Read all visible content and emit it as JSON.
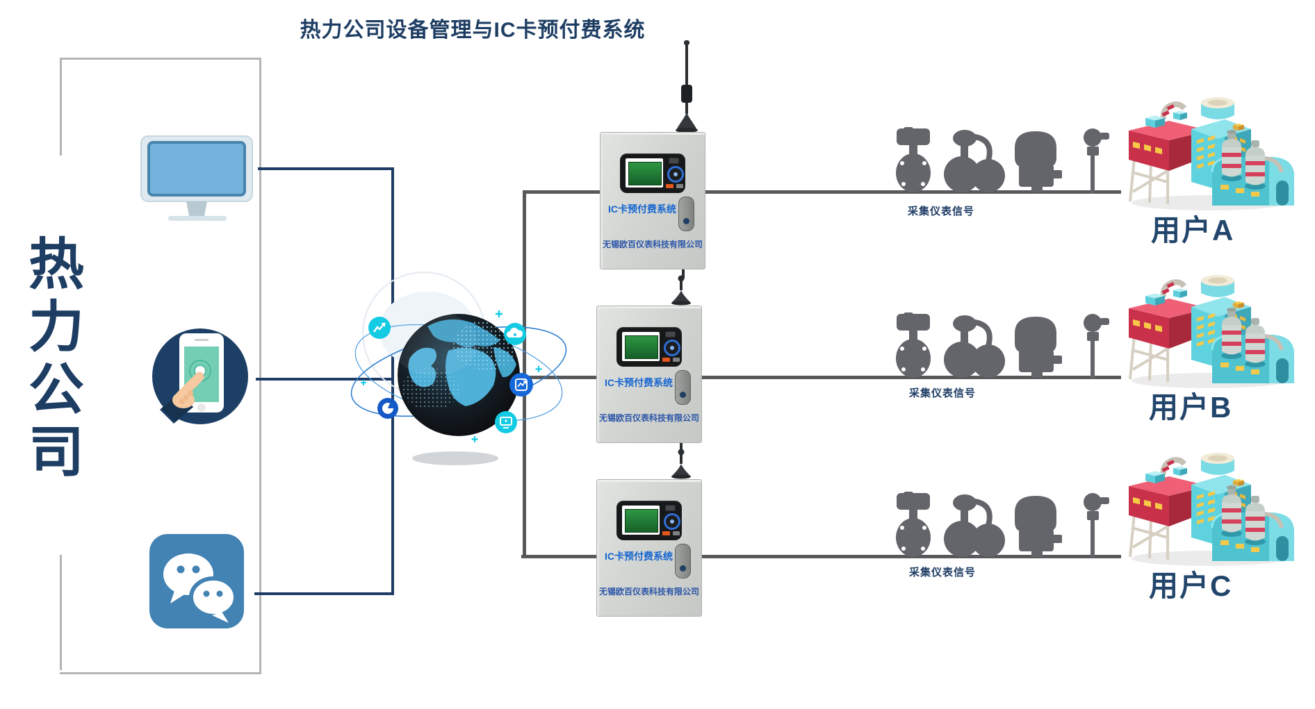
{
  "title": "热力公司设备管理与IC卡预付费系统",
  "heat_company": {
    "name": "热力公司",
    "terminals": [
      {
        "id": "desktop",
        "icon": "desktop-monitor-icon"
      },
      {
        "id": "mobile",
        "icon": "phone-touch-icon"
      },
      {
        "id": "wechat",
        "icon": "wechat-icon"
      }
    ]
  },
  "network": {
    "icon": "globe-network-icon",
    "satellite_icons": [
      "line-chart-icon",
      "cloud-icon",
      "trend-chart-icon",
      "monitor-icon",
      "pie-chart-icon"
    ]
  },
  "devices": [
    {
      "label": "IC卡预付费系统",
      "vendor": "无锡欧百仪表科技有限公司"
    },
    {
      "label": "IC卡预付费系统",
      "vendor": "无锡欧百仪表科技有限公司"
    },
    {
      "label": "IC卡预付费系统",
      "vendor": "无锡欧百仪表科技有限公司"
    }
  ],
  "signal_rows": [
    {
      "label": "采集仪表信号"
    },
    {
      "label": "采集仪表信号"
    },
    {
      "label": "采集仪表信号"
    }
  ],
  "users": [
    {
      "label": "用户A"
    },
    {
      "label": "用户B"
    },
    {
      "label": "用户C"
    }
  ],
  "colors": {
    "title_text": "#1e3d63",
    "navy_line": "#1e3c64",
    "gray_line": "#58595b",
    "bracket_gray": "#b4b4b4",
    "device_label_blue": "#1565d0",
    "vendor_blue": "#2b55a8",
    "wechat_blue": "#4283b4",
    "lcd_green": "#2f9643",
    "factory_teal": "#5ed2de",
    "factory_red": "#c9314b",
    "accent_cyan": "#14cbe4"
  }
}
